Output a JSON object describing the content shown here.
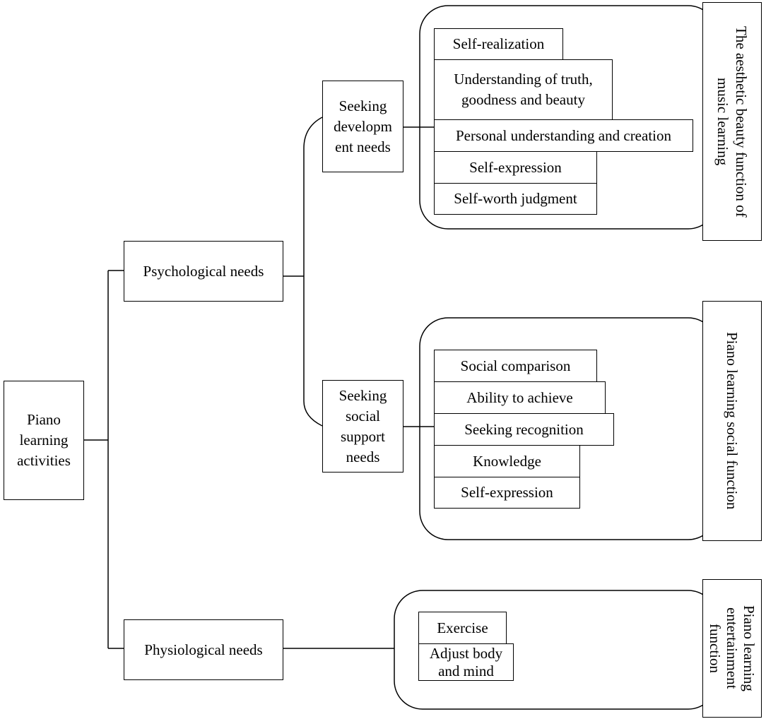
{
  "root": {
    "label": "Piano\nlearning\nactivities"
  },
  "psychological": {
    "label": "Psychological needs"
  },
  "physiological": {
    "label": "Physiological needs"
  },
  "development": {
    "label": "Seeking\ndevelopm\nent needs",
    "items": [
      "Self-realization",
      "Understanding of truth,\ngoodness and beauty",
      "Personal understanding and creation",
      "Self-expression",
      "Self-worth judgment"
    ],
    "function_label": "The aesthetic beauty function of\nmusic learning"
  },
  "social": {
    "label": "Seeking\nsocial\nsupport\nneeds",
    "items": [
      "Social comparison",
      "Ability to achieve",
      "Seeking recognition",
      "Knowledge",
      "Self-expression"
    ],
    "function_label": "Piano learning social function"
  },
  "entertainment": {
    "items": [
      "Exercise",
      "Adjust body\nand mind"
    ],
    "function_label": "Piano learning\nentertainment\nfunction"
  },
  "colors": {
    "line": "#000000",
    "background": "#ffffff"
  }
}
